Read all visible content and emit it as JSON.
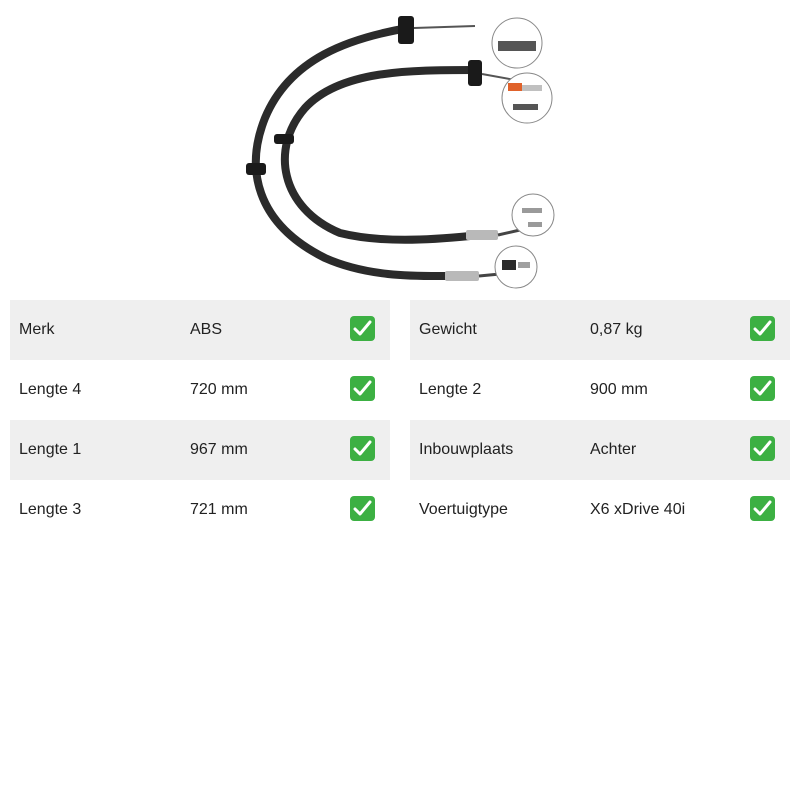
{
  "product_image": {
    "alt": "handbrake-cable-pair",
    "icon": "brake-cable-image"
  },
  "specs_left": [
    {
      "label": "Merk",
      "value": "ABS",
      "icon": "check-icon"
    },
    {
      "label": "Lengte 4",
      "value": "720 mm",
      "icon": "check-icon"
    },
    {
      "label": "Lengte 1",
      "value": "967 mm",
      "icon": "check-icon"
    },
    {
      "label": "Lengte 3",
      "value": "721 mm",
      "icon": "check-icon"
    }
  ],
  "specs_right": [
    {
      "label": "Gewicht",
      "value": "0,87 kg",
      "icon": "check-icon"
    },
    {
      "label": "Lengte 2",
      "value": "900 mm",
      "icon": "check-icon"
    },
    {
      "label": "Inbouwplaats",
      "value": "Achter",
      "icon": "check-icon"
    },
    {
      "label": "Voertuigtype",
      "value": "X6 xDrive 40i",
      "icon": "check-icon"
    }
  ],
  "colors": {
    "row_shade": "#efefef",
    "check_green": "#3cb043",
    "cable": "#2b2b2b"
  }
}
